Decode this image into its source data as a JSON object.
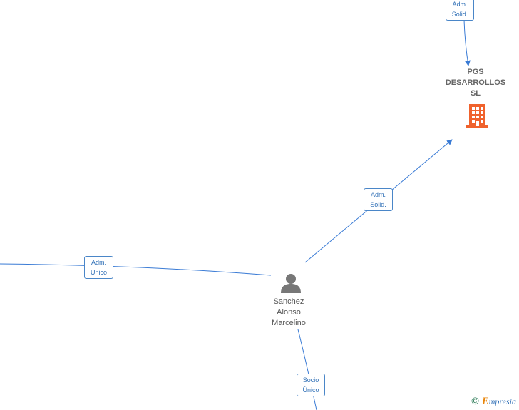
{
  "nodes": {
    "company": {
      "name_lines": [
        "PGS",
        "DESARROLLOS",
        "SL"
      ],
      "icon": "building-icon",
      "icon_color": "#f0622d"
    },
    "person": {
      "name_lines": [
        "Sanchez",
        "Alonso",
        "Marcelino"
      ],
      "icon": "person-icon",
      "icon_color": "#777777"
    }
  },
  "edges": {
    "top_to_company": {
      "label_lines": [
        "Adm.",
        "Solid."
      ]
    },
    "person_to_company": {
      "label_lines": [
        "Adm.",
        "Solid."
      ]
    },
    "left_to_person": {
      "label_lines": [
        "Adm.",
        "Unico"
      ]
    },
    "bottom_to_person": {
      "label_lines": [
        "Socio",
        "Único"
      ]
    }
  },
  "colors": {
    "edge": "#3a7bd5",
    "label_border": "#4a86c8",
    "label_text": "#2f6fb6"
  },
  "watermark": {
    "symbol": "©",
    "brand_initial": "E",
    "brand_rest": "mpresia"
  }
}
